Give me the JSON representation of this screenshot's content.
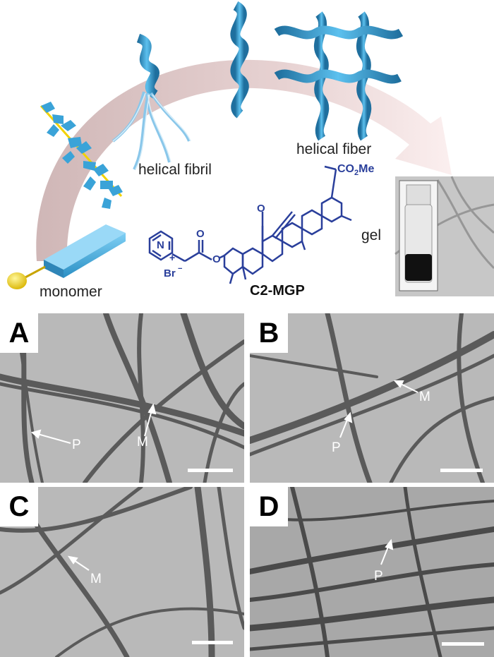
{
  "scheme": {
    "labels": {
      "monomer": "monomer",
      "helical_fibril": "helical fibril",
      "helical_fiber": "helical fiber",
      "gel": "gel",
      "compound": "C2-MGP",
      "co2me": "CO",
      "co2me_sub": "2",
      "co2me_tail": "Me",
      "oxo": "O",
      "ester_o": "O",
      "ring_o": "O",
      "pyridinium_n": "N",
      "plus": "+",
      "bromide": "Br",
      "bromide_sup": "−"
    },
    "colors": {
      "arrow": "#e9d3d3",
      "ribbon": "#4aa6d6",
      "ribbon_dark": "#1f6f9e",
      "structure": "#2a3f9b",
      "monomer_head": "#f0d000"
    }
  },
  "panels": [
    {
      "label": "A",
      "annotations": [
        {
          "text": "P"
        },
        {
          "text": "M"
        }
      ]
    },
    {
      "label": "B",
      "annotations": [
        {
          "text": "M"
        },
        {
          "text": "P"
        }
      ]
    },
    {
      "label": "C",
      "annotations": [
        {
          "text": "M"
        }
      ]
    },
    {
      "label": "D",
      "annotations": [
        {
          "text": "P"
        }
      ]
    }
  ]
}
